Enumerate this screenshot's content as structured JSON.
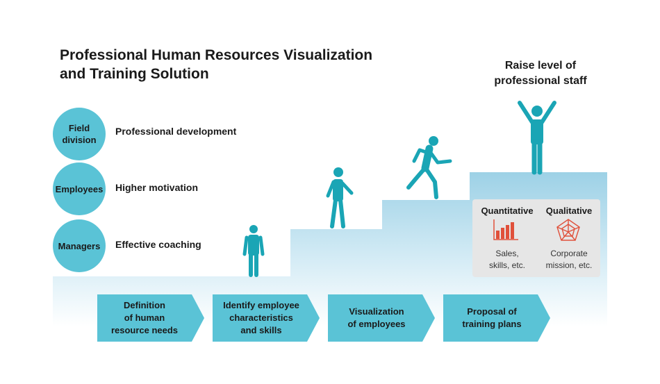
{
  "title": "Professional Human Resources Visualization\nand Training Solution",
  "goal": "Raise level of\nprofessional staff",
  "rows": [
    {
      "circle": "Field\ndivision",
      "label": "Professional development"
    },
    {
      "circle": "Employees",
      "label": "Higher motivation"
    },
    {
      "circle": "Managers",
      "label": "Effective coaching"
    }
  ],
  "steps": [
    "Definition\nof human\nresource needs",
    "Identify employee\ncharacteristics\nand skills",
    "Visualization\nof employees",
    "Proposal of\ntraining plans"
  ],
  "panel": {
    "quantitative": {
      "heading": "Quantitative",
      "icon": "bar-chart-icon",
      "sub": "Sales,\nskills, etc."
    },
    "qualitative": {
      "heading": "Qualitative",
      "icon": "radar-chart-icon",
      "sub": "Corporate\nmission, etc."
    }
  },
  "colors": {
    "teal": "#5ac3d6",
    "figure": "#1aa5b5",
    "stairs": "#a8d5e8",
    "accent": "#e0503a"
  }
}
